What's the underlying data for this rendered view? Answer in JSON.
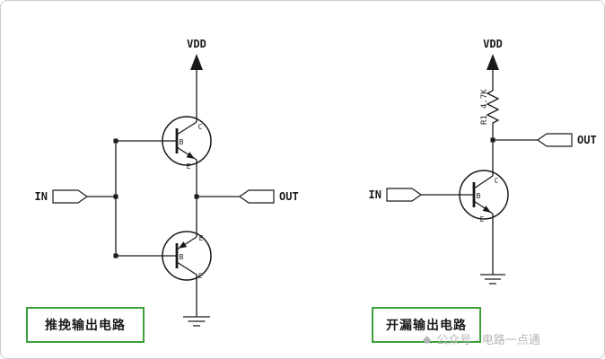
{
  "left_circuit": {
    "vdd_label": "VDD",
    "in_label": "IN",
    "out_label": "OUT",
    "caption": "推挽输出电路",
    "q_top": {
      "b": "B",
      "c": "C",
      "e": "E"
    },
    "q_bottom": {
      "b": "B",
      "c": "C",
      "e": "E"
    }
  },
  "right_circuit": {
    "vdd_label": "VDD",
    "in_label": "IN",
    "out_label": "OUT",
    "caption": "开漏输出电路",
    "resistor_name": "R1",
    "resistor_value": "4.7K",
    "q": {
      "b": "B",
      "c": "C",
      "e": "E"
    }
  },
  "watermark": {
    "icon": "◆",
    "text": "公众号 · 电路一点通"
  },
  "colors": {
    "wire": "#1a1a1a",
    "caption_border": "#3da03d",
    "watermark": "#b6b6b6"
  }
}
